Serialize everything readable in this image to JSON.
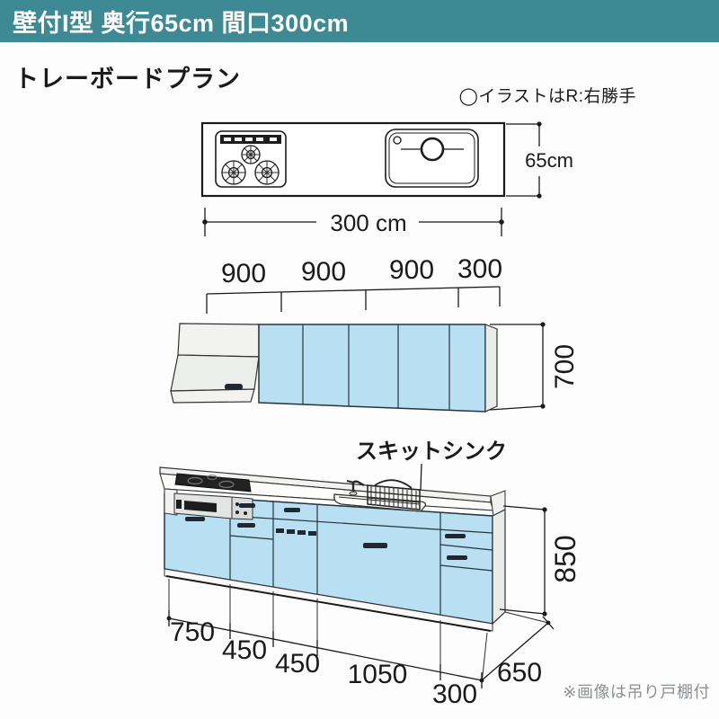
{
  "header": {
    "title": "壁付I型 奥行65cm 間口300cm"
  },
  "page": {
    "plan_title": "トレーボードプラン",
    "orientation_note": "◯イラストはR:右勝手",
    "footer_note": "※画像は吊り戸棚付"
  },
  "plan_view": {
    "width_label": "300 cm",
    "depth_label": "65cm"
  },
  "wall_units": {
    "dim_labels": [
      "900",
      "900",
      "900",
      "300"
    ],
    "height_label": "700"
  },
  "base_units": {
    "sink_label": "スキットシンク",
    "height_label": "850",
    "depth_label": "650",
    "width_labels": [
      "750",
      "450",
      "450",
      "1050",
      "300"
    ]
  },
  "colors": {
    "header_bg": "#3d8a95",
    "cabinet_blue": "#b8e0f2",
    "line": "#1a1a1a",
    "note_gray": "#8b9093"
  }
}
